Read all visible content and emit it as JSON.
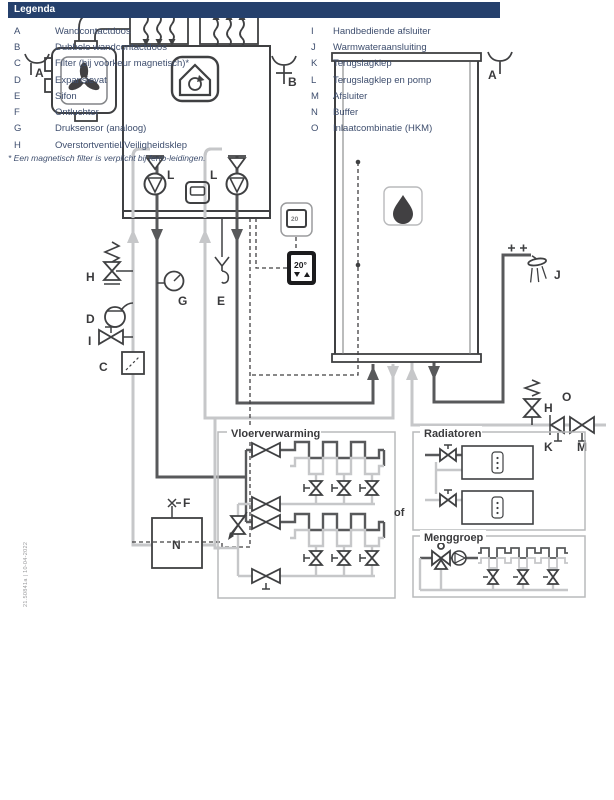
{
  "colors": {
    "pipe_dark": "#58595b",
    "pipe_light": "#c6c7c9",
    "ink": "#3f4042",
    "legend_bar": "#25406c",
    "legend_text": "#3e4e6e"
  },
  "diagram": {
    "labels": {
      "a": "A",
      "b": "B",
      "c": "C",
      "d": "D",
      "e": "E",
      "f": "F",
      "g": "G",
      "h": "H",
      "i": "I",
      "j": "J",
      "k": "K",
      "l": "L",
      "m": "M",
      "n": "N",
      "o": "O"
    },
    "boxes": {
      "floor_heating": "Vloerverwarming",
      "radiators": "Radiatoren",
      "mixing_group": "Menggroep"
    },
    "or_text": "of",
    "room_thermostat_value": "20",
    "wall_thermostat_value": "20°",
    "doc_code": "21.50841a | 10-04-2022"
  },
  "legend": {
    "title": "Legenda",
    "items_left": [
      {
        "key": "A",
        "label": "Wandcontactdoos"
      },
      {
        "key": "B",
        "label": "Dubbele wandcontactdoos"
      },
      {
        "key": "C",
        "label": "Filter (bij voorkeur magnetisch)*"
      },
      {
        "key": "D",
        "label": "Expansievat"
      },
      {
        "key": "E",
        "label": "Sifon"
      },
      {
        "key": "F",
        "label": "Ontluchter"
      },
      {
        "key": "G",
        "label": "Druksensor (analoog)"
      },
      {
        "key": "H",
        "label": "Overstortventiel/Veiligheidsklep"
      }
    ],
    "items_right": [
      {
        "key": "I",
        "label": "Handbediende afsluiter"
      },
      {
        "key": "J",
        "label": "Warmwateraansluiting"
      },
      {
        "key": "K",
        "label": "Terugslagklep"
      },
      {
        "key": "L",
        "label": "Terugslagklep en pomp"
      },
      {
        "key": "M",
        "label": "Afsluiter"
      },
      {
        "key": "N",
        "label": "Buffer"
      },
      {
        "key": "O",
        "label": "Inlaatcombinatie (HKM)"
      }
    ],
    "footnote": "* Een magnetisch filter is verplicht bij ferro-leidingen."
  }
}
